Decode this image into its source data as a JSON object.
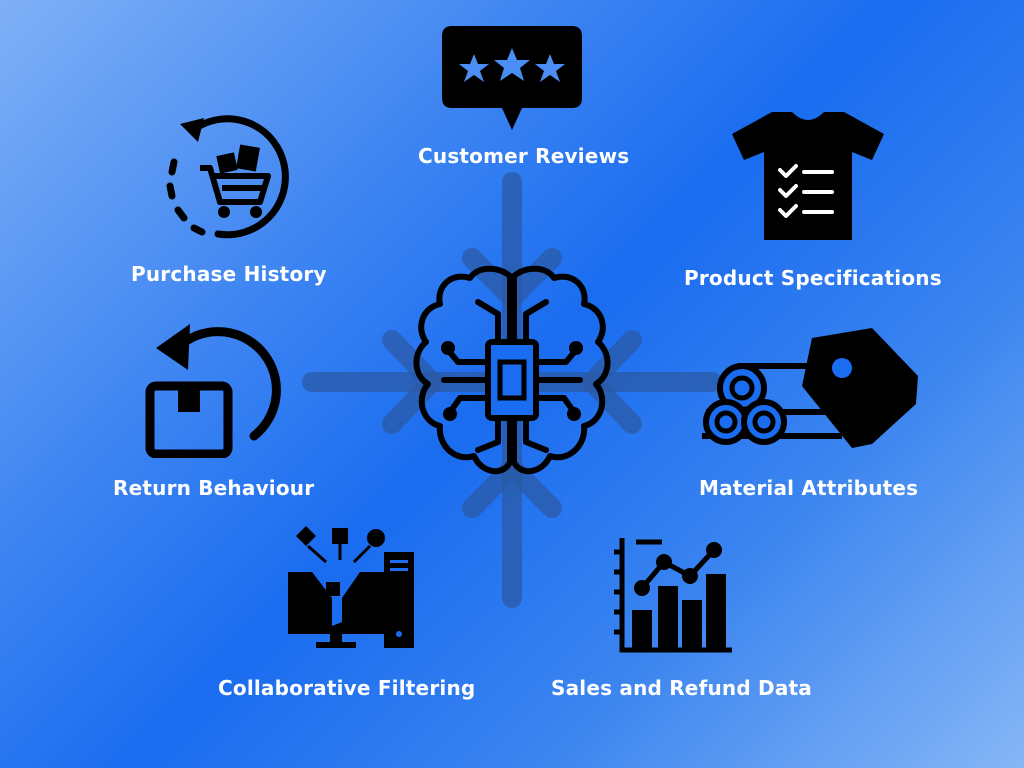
{
  "diagram": {
    "center": {
      "icon": "brain-chip-icon"
    },
    "nodes": [
      {
        "id": "customer-reviews",
        "label": "Customer Reviews",
        "icon": "review-stars-icon"
      },
      {
        "id": "purchase-history",
        "label": "Purchase History",
        "icon": "cart-history-icon"
      },
      {
        "id": "product-specifications",
        "label": "Product Specifications",
        "icon": "tshirt-checklist-icon"
      },
      {
        "id": "return-behaviour",
        "label": "Return Behaviour",
        "icon": "box-return-icon"
      },
      {
        "id": "material-attributes",
        "label": "Material Attributes",
        "icon": "fabric-tag-icon"
      },
      {
        "id": "collaborative-filtering",
        "label": "Collaborative Filtering",
        "icon": "filter-computer-icon"
      },
      {
        "id": "sales-and-refund-data",
        "label": "Sales and Refund Data",
        "icon": "bar-line-chart-icon"
      }
    ],
    "colors": {
      "background_start": "#7fb0f6",
      "background_mid": "#1a6cf0",
      "icon": "#000000",
      "label": "#ffffff",
      "connector": "#2b5aa5"
    }
  }
}
